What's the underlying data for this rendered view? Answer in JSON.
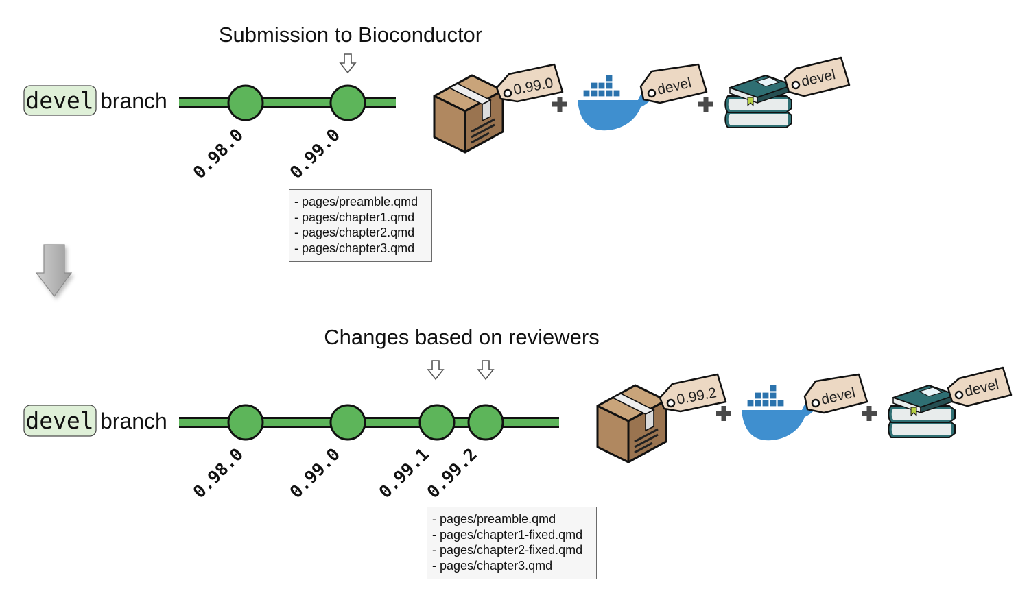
{
  "panels": [
    {
      "title": "Submission to Bioconductor",
      "branch": {
        "code": "devel",
        "label": "branch"
      },
      "versions": [
        "0.98.0",
        "0.99.0"
      ],
      "highlighted": [
        "0.99.0"
      ],
      "files": [
        "pages/preamble.qmd",
        "pages/chapter1.qmd",
        "pages/chapter2.qmd",
        "pages/chapter3.qmd"
      ],
      "artifacts": [
        {
          "icon": "package-box-icon",
          "tag": "0.99.0"
        },
        {
          "icon": "docker-whale-icon",
          "tag": "devel"
        },
        {
          "icon": "books-icon",
          "tag": "devel"
        }
      ]
    },
    {
      "title": "Changes based on reviewers",
      "branch": {
        "code": "devel",
        "label": "branch"
      },
      "versions": [
        "0.98.0",
        "0.99.0",
        "0.99.1",
        "0.99.2"
      ],
      "highlighted": [
        "0.99.1",
        "0.99.2"
      ],
      "files": [
        "pages/preamble.qmd",
        "pages/chapter1-fixed.qmd",
        "pages/chapter2-fixed.qmd",
        "pages/chapter3.qmd"
      ],
      "artifacts": [
        {
          "icon": "package-box-icon",
          "tag": "0.99.2"
        },
        {
          "icon": "docker-whale-icon",
          "tag": "devel"
        },
        {
          "icon": "books-icon",
          "tag": "devel"
        }
      ]
    }
  ],
  "flow_arrow_icon": "down-arrow-icon",
  "colors": {
    "commit_fill": "#5db55a",
    "branch_line": "#5db55a",
    "devel_badge": "#dff0d8",
    "tag_fill": "#ecd8c3",
    "box_fill": "#b08860",
    "whale_fill": "#3f8fcf",
    "book_fill": "#2f6f73"
  }
}
